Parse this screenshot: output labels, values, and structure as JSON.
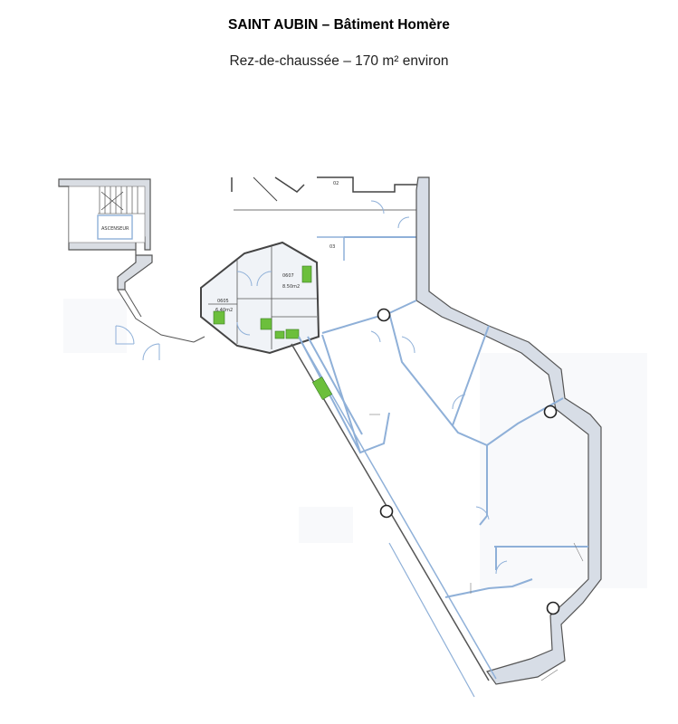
{
  "header": {
    "title": "SAINT AUBIN – Bâtiment Homère",
    "subtitle": "Rez-de-chaussée – 170 m² environ"
  },
  "plan": {
    "labels": {
      "stair_label": "ASCENSEUR",
      "room_a_code": "0607",
      "room_a_area": "8.50m2",
      "room_b_code": "0605",
      "room_b_area": "6.40m2",
      "small_code": "02",
      "small_code_2": "03"
    },
    "colors": {
      "wall": "#8fb0d8",
      "wall_dark": "#4a4a4a",
      "wall_fill": "#d7dde6",
      "sanitary": "#6cbf3c",
      "text": "#333333"
    }
  }
}
